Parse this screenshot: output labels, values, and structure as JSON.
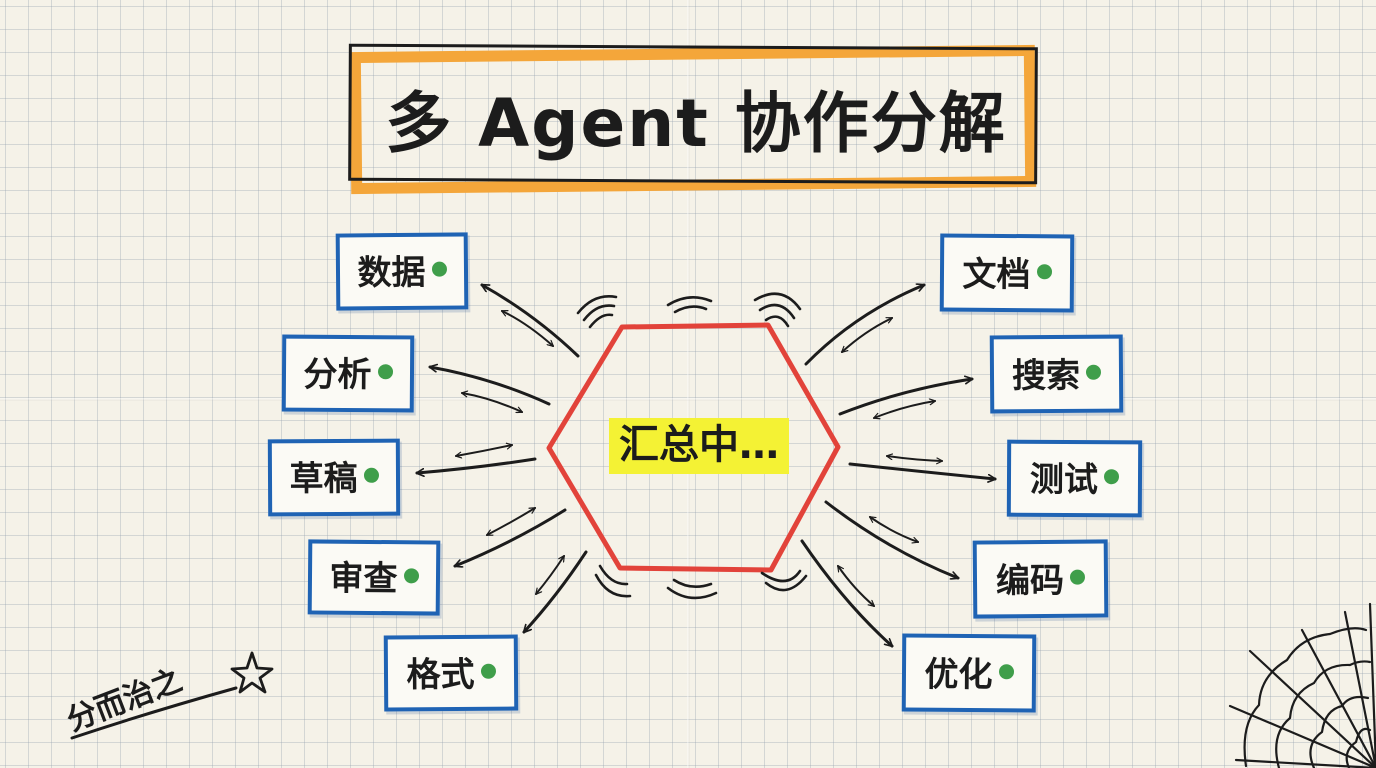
{
  "title": "多 Agent 协作分解",
  "center": {
    "label": "汇总中…"
  },
  "nodes_left": [
    {
      "label": "数据"
    },
    {
      "label": "分析"
    },
    {
      "label": "草稿"
    },
    {
      "label": "审查"
    },
    {
      "label": "格式"
    }
  ],
  "nodes_right": [
    {
      "label": "文档"
    },
    {
      "label": "搜索"
    },
    {
      "label": "测试"
    },
    {
      "label": "编码"
    },
    {
      "label": "优化"
    }
  ],
  "motto": "分而治之",
  "colors": {
    "title_border": "#f4a63a",
    "hexagon": "#e2433a",
    "highlight": "#f4f234",
    "node_border": "#1f63b4",
    "status_dot": "#3f9e4a",
    "paper": "#f5f2e8"
  }
}
